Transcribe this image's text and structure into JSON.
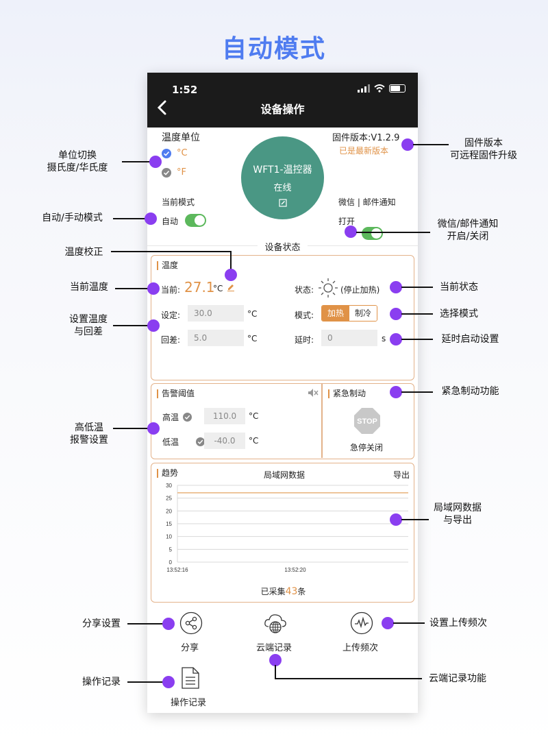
{
  "page_title": "自动模式",
  "status_bar": {
    "time": "1:52"
  },
  "nav": {
    "title": "设备操作"
  },
  "unit": {
    "label": "温度单位",
    "celsius": "°C",
    "fahrenheit": "°F"
  },
  "firmware": {
    "version": "固件版本:V1.2.9",
    "status": "已是最新版本"
  },
  "device": {
    "name": "WFT1-温控器",
    "status": "在线"
  },
  "mode": {
    "label": "当前模式",
    "value": "自动"
  },
  "notify": {
    "label": "微信 | 邮件通知",
    "value": "打开"
  },
  "section_title": "设备状态",
  "temperature": {
    "title": "温度",
    "current_label": "当前:",
    "current_value": "27.1",
    "current_unit": "°C",
    "set_label": "设定:",
    "set_value": "30.0",
    "set_unit": "°C",
    "diff_label": "回差:",
    "diff_value": "5.0",
    "diff_unit": "°C",
    "state_label": "状态:",
    "state_value": "(停止加热)",
    "mode_label": "模式:",
    "mode_heat": "加热",
    "mode_cool": "制冷",
    "delay_label": "延时:",
    "delay_value": "0",
    "delay_unit": "s"
  },
  "alarm": {
    "title": "告警阈值",
    "high_label": "高温",
    "high_value": "110.0",
    "high_unit": "°C",
    "low_label": "低温",
    "low_value": "-40.0",
    "low_unit": "°C"
  },
  "emergency": {
    "title": "紧急制动",
    "stop_sign": "STOP",
    "label": "急停关闭"
  },
  "trend": {
    "title": "趋势",
    "center": "局域网数据",
    "export": "导出",
    "collected_prefix": "已采集",
    "collected_count": "43",
    "collected_suffix": "条"
  },
  "chart_data": {
    "type": "line",
    "x": [
      "13:52:16",
      "13:52:20"
    ],
    "series": [
      {
        "values": [
          27.1,
          27.1
        ]
      }
    ],
    "yticks": [
      0,
      5,
      10,
      15,
      20,
      25,
      30
    ],
    "ylim": [
      0,
      30
    ],
    "xlabel": "",
    "ylabel": "",
    "color": "#e8b27a",
    "grid": true
  },
  "tools": {
    "share": "分享",
    "cloud": "云端记录",
    "upload": "上传频次",
    "oplog": "操作记录"
  },
  "callouts": {
    "unit_switch": "单位切换\n摄氏度/华氏度",
    "auto_manual": "自动/手动模式",
    "calibration": "温度校正",
    "current_temp": "当前温度",
    "set_temp": "设置温度\n与回差",
    "high_low": "高低温\n报警设置",
    "share_settings": "分享设置",
    "oplog": "操作记录",
    "firmware": "固件版本\n可远程固件升级",
    "notify": "微信/邮件通知\n开启/关闭",
    "current_state": "当前状态",
    "select_mode": "选择模式",
    "delay": "延时启动设置",
    "emergency": "紧急制动功能",
    "lan": "局域网数据\n与导出",
    "upload_freq": "设置上传频次",
    "cloud": "云端记录功能"
  },
  "colors": {
    "accent": "#4f7cf0",
    "orange": "#e09247",
    "teal": "#4a9784",
    "toggle_on": "#5cb85c",
    "callout_dot": "#8a3ef0"
  }
}
